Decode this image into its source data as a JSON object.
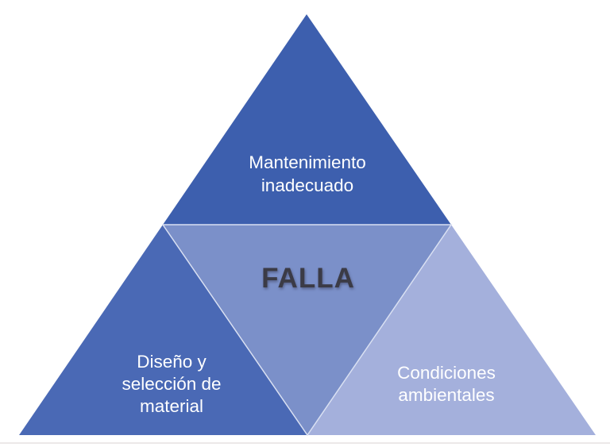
{
  "diagram": {
    "background_color": "#ffffff",
    "bottom_rule_color": "#ece8e8",
    "top_section": {
      "lines": [
        "Mantenimiento",
        "inadecuado"
      ],
      "fill_color": "#3d5fae",
      "text_color": "#ffffff"
    },
    "left_section": {
      "lines": [
        "Diseño y",
        "selección de",
        "material"
      ],
      "fill_color": "#4a69b5",
      "text_color": "#ffffff"
    },
    "right_section": {
      "lines": [
        "Condiciones",
        "ambientales"
      ],
      "fill_color": "#a4b0dc",
      "text_color": "#ffffff"
    },
    "center_section": {
      "label": "FALLA",
      "fill_color": "#7b90c9",
      "edge_color": "#d9e0f2",
      "text_color": "#3b3b46"
    }
  }
}
